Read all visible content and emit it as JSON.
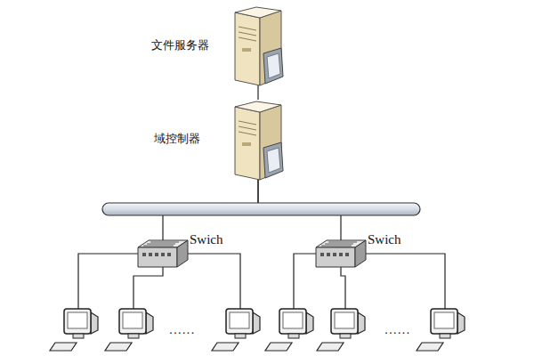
{
  "diagram": {
    "nodes": [
      {
        "text": [
          "文件服务器"
        ]
      },
      {
        "text": [
          "域控制器"
        ]
      },
      {
        "text": [
          "Swich"
        ]
      },
      {
        "text": [
          "Swich"
        ]
      }
    ],
    "edges": [
      {
        "from": 0,
        "to": 1,
        "arrow": "none"
      },
      {
        "from": 1,
        "to": 2,
        "arrow": "none"
      },
      {
        "from": 1,
        "to": 3,
        "arrow": "none"
      }
    ],
    "labels": [
      "......",
      "......"
    ]
  }
}
